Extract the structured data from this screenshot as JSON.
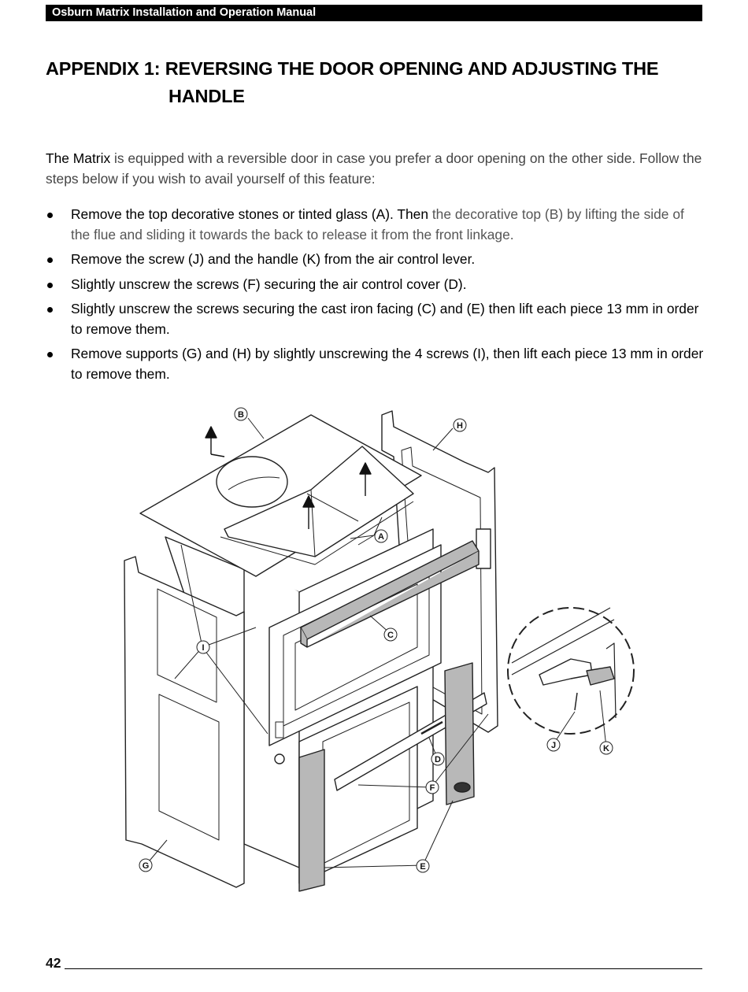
{
  "header": {
    "text": "Osburn Matrix Installation and Operation Manual"
  },
  "title": {
    "line1": "APPENDIX 1: REVERSING THE DOOR OPENING AND ADJUSTING THE",
    "line2": "HANDLE"
  },
  "intro": {
    "lead": "The Matrix",
    "rest": " is equipped with a reversible door in case you prefer a door opening on the other side. Follow the steps below if you wish to avail yourself of this feature:"
  },
  "steps": [
    {
      "dark": "Remove the top decorative stones or tinted glass (A). Then",
      "light": " the decorative top (B) by lifting the side of the flue and sliding it towards the back to release it from the front linkage."
    },
    {
      "dark": "Remove the screw (J) and the handle (K) from the air control lever.",
      "light": ""
    },
    {
      "dark": "Slightly unscrew the screws (F) securing the air control cover (D).",
      "light": ""
    },
    {
      "dark": "Slightly unscrew the screws securing the cast iron facing (C) and (E) then lift each piece 13 mm in order to remove them.",
      "light": ""
    },
    {
      "dark": "Remove supports (G) and (H) by slightly unscrewing the 4 screws (I), then lift each piece 13 mm in order to remove them.",
      "light": ""
    }
  ],
  "diagram": {
    "labels": {
      "A": "A",
      "B": "B",
      "C": "C",
      "D": "D",
      "E": "E",
      "F": "F",
      "G": "G",
      "H": "H",
      "I": "I",
      "J": "J",
      "K": "K"
    }
  },
  "footer": {
    "page_number": "42"
  },
  "colors": {
    "header_bg": "#000000",
    "text": "#000000",
    "text_light": "#555555",
    "part_gray": "#b8b8b8"
  }
}
